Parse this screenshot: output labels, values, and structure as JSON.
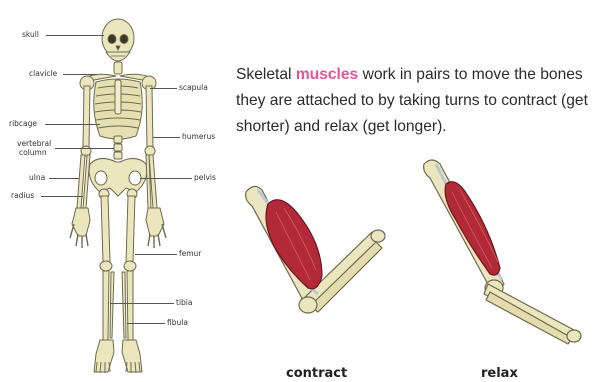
{
  "labels": {
    "skull": "skull",
    "clavicle": "clavicle",
    "scapula": "scapula",
    "ribcage": "ribcage",
    "humerus": "humerus",
    "vertebral_column_line1": "vertebral",
    "vertebral_column_line2": "column",
    "ulna": "ulna",
    "pelvis": "pelvis",
    "radius": "radius",
    "femur": "femur",
    "tibia": "tibia",
    "fibula": "fibula"
  },
  "description": {
    "before": "Skeletal ",
    "highlight": "muscles",
    "after": " work in pairs to move the bones they are attached to by taking turns to contract (get shorter) and relax (get longer)."
  },
  "captions": {
    "contract": "contract",
    "relax": "relax"
  },
  "colors": {
    "bone": "#ece6be",
    "bone_outline": "#6f6a4c",
    "muscle": "#b22a37",
    "highlight": "#e6559b",
    "tendon": "#b9c8d6"
  }
}
